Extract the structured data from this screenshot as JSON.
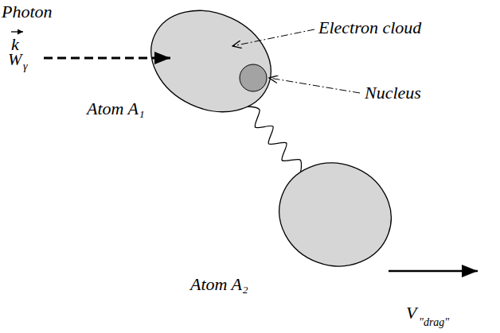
{
  "diagram": {
    "nodes": [
      {
        "text": [
          "Atom A₁"
        ]
      },
      {
        "text": [
          "Atom A₂"
        ]
      }
    ],
    "edges": [
      {
        "from": 0,
        "to": 1,
        "arrow": "none"
      }
    ],
    "labels": [
      "Photon",
      "k",
      "W",
      "γ",
      "Electron cloud",
      "Nucleus",
      "V",
      "\"drag\""
    ]
  }
}
